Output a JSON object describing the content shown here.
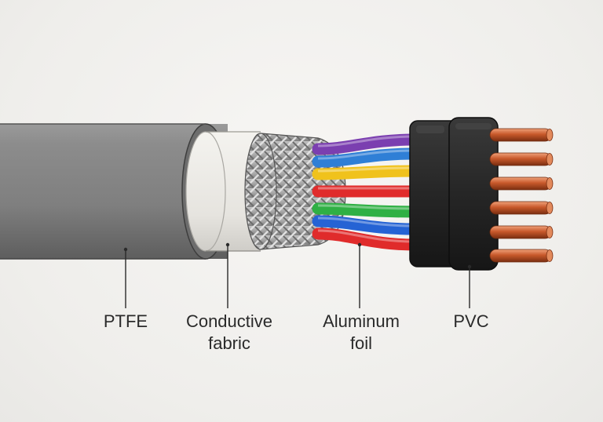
{
  "diagram": {
    "labels": {
      "ptfe": {
        "lines": [
          "PTFE"
        ]
      },
      "fabric": {
        "lines": [
          "Conductive",
          "fabric"
        ]
      },
      "foil": {
        "lines": [
          "Aluminum",
          "foil"
        ]
      },
      "pvc": {
        "lines": [
          "PVC"
        ]
      }
    },
    "colors": {
      "jacket": "#8e8e8e",
      "insulation": "#ebeae6",
      "braid": "#a9a9a9",
      "connector": "#2b2b2b",
      "copper": "#c8592b",
      "wires": [
        "#7b3fb0",
        "#2f7fd6",
        "#f0c21c",
        "#e02b2b",
        "#2fb044",
        "#2563d4",
        "#e02b2b"
      ]
    }
  }
}
